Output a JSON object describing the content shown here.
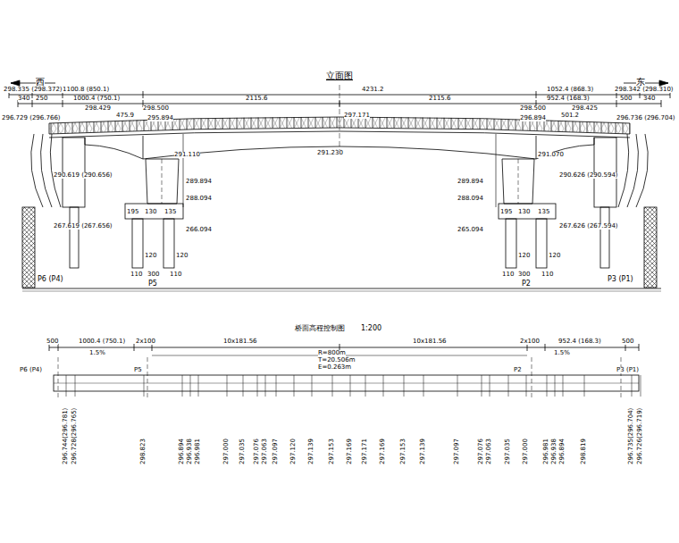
{
  "diagram": {
    "title": "立面图",
    "labels": [
      "西",
      "东",
      "298.335 (298.372)",
      "1100.8 (850.1)",
      "4231.2",
      "1052.4 (868.3)",
      "298.342 (298.310)",
      "340",
      "250",
      "1000.4 (750.1)",
      "2115.6",
      "2115.6",
      "952.4 (168.3)",
      "500",
      "340",
      "298.429",
      "298.500",
      "298.500",
      "298.425",
      "296.729 (296.766)",
      "475.9",
      "501.2",
      "297.171",
      "295.894",
      "296.894",
      "296.736 (296.704)",
      "291.110",
      "291.230",
      "291.070",
      "290.619 (290.656)",
      "290.626 (290.594)",
      "289.894",
      "289.894",
      "288.094",
      "288.094",
      "195",
      "130",
      "135",
      "195",
      "130",
      "135",
      "267.619 (267.656)",
      "267.626 (267.594)",
      "266.094",
      "265.094",
      "120",
      "120",
      "120",
      "120",
      "110",
      "300",
      "110",
      "110",
      "300",
      "110",
      "P6 (P4)",
      "P5",
      "P2",
      "P3 (P1)",
      "桥面高程控制图",
      "1:200",
      "500",
      "1000.4 (750.1)",
      "2x100",
      "10x181.56",
      "10x181.56",
      "2x100",
      "952.4 (168.3)",
      "500",
      "1.5%",
      "1.5%",
      "R=800m",
      "T=20.506m",
      "E=0.263m",
      "P6 (P4)",
      "P5",
      "P2",
      "P3 (P1)",
      "296.744(296.781)",
      "296.728(296.765)",
      "298.823",
      "296.894",
      "296.938",
      "296.981",
      "297.000",
      "297.035",
      "297.076",
      "297.063",
      "297.097",
      "297.120",
      "297.139",
      "297.153",
      "297.169",
      "297.171",
      "297.169",
      "297.153",
      "297.139",
      "297.097",
      "297.076",
      "297.063",
      "297.035",
      "297.000",
      "296.981",
      "296.938",
      "296.894",
      "298.819",
      "296.735(296.704)",
      "296.726(296.719)"
    ]
  }
}
